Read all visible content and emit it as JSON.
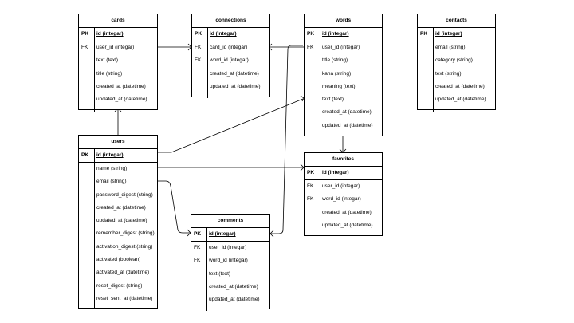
{
  "entities": {
    "cards": {
      "title": "cards",
      "pk": {
        "key": "PK",
        "name": "id (integar)"
      },
      "fields": [
        {
          "key": "FK",
          "name": "user_id (integar)"
        },
        {
          "key": "",
          "name": "text (text)"
        },
        {
          "key": "",
          "name": "title (string)"
        },
        {
          "key": "",
          "name": "created_at (datetime)"
        },
        {
          "key": "",
          "name": "updated_at (datetime)"
        }
      ]
    },
    "connections": {
      "title": "connections",
      "pk": {
        "key": "PK",
        "name": "id (integar)"
      },
      "fields": [
        {
          "key": "FK",
          "name": "card_id (integar)"
        },
        {
          "key": "FK",
          "name": "word_id (integar)"
        },
        {
          "key": "",
          "name": "created_at (datetime)"
        },
        {
          "key": "",
          "name": "updated_at (datetime)"
        }
      ]
    },
    "words": {
      "title": "words",
      "pk": {
        "key": "PK",
        "name": "id (integar)"
      },
      "fields": [
        {
          "key": "FK",
          "name": "user_id (integar)"
        },
        {
          "key": "",
          "name": "title (string)"
        },
        {
          "key": "",
          "name": "kana (string)"
        },
        {
          "key": "",
          "name": "meaning (text)"
        },
        {
          "key": "",
          "name": "text (text)"
        },
        {
          "key": "",
          "name": "created_at (datetime)"
        },
        {
          "key": "",
          "name": "updated_at (datetime)"
        }
      ]
    },
    "contacts": {
      "title": "contacts",
      "pk": {
        "key": "PK",
        "name": "id (integar)"
      },
      "fields": [
        {
          "key": "",
          "name": "email (string)"
        },
        {
          "key": "",
          "name": "category (string)"
        },
        {
          "key": "",
          "name": "text (string)"
        },
        {
          "key": "",
          "name": "created_at (datetime)"
        },
        {
          "key": "",
          "name": "updated_at (datetime)"
        }
      ]
    },
    "users": {
      "title": "users",
      "pk": {
        "key": "PK",
        "name": "id (integar)"
      },
      "fields": [
        {
          "key": "",
          "name": "name (string)"
        },
        {
          "key": "",
          "name": "email (string)"
        },
        {
          "key": "",
          "name": "password_digest (string)"
        },
        {
          "key": "",
          "name": "created_at (datetime)"
        },
        {
          "key": "",
          "name": "updated_at (datetime)"
        },
        {
          "key": "",
          "name": "remember_digest (string)"
        },
        {
          "key": "",
          "name": "activation_digest (string)"
        },
        {
          "key": "",
          "name": "activated (boolean)"
        },
        {
          "key": "",
          "name": "activated_at (datetime)"
        },
        {
          "key": "",
          "name": "reset_digest (string)"
        },
        {
          "key": "",
          "name": "reset_sent_at (datetime)"
        }
      ]
    },
    "comments": {
      "title": "comments",
      "pk": {
        "key": "PK",
        "name": "id (integar)"
      },
      "fields": [
        {
          "key": "FK",
          "name": "user_id (integar)"
        },
        {
          "key": "FK",
          "name": "word_id (integar)"
        },
        {
          "key": "",
          "name": "text (text)"
        },
        {
          "key": "",
          "name": "created_at (datetime)"
        },
        {
          "key": "",
          "name": "updated_at (datetime)"
        }
      ]
    },
    "favorites": {
      "title": "favorites",
      "pk": {
        "key": "PK",
        "name": "id (integar)"
      },
      "fields": [
        {
          "key": "FK",
          "name": "user_id (integar)"
        },
        {
          "key": "FK",
          "name": "word_id (integar)"
        },
        {
          "key": "",
          "name": "created_at (datetime)"
        },
        {
          "key": "",
          "name": "updated_at (datetime)"
        }
      ]
    }
  }
}
